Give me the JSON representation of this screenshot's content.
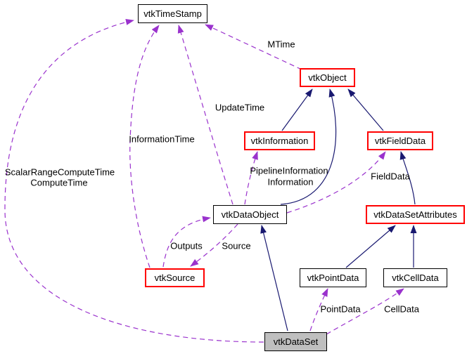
{
  "nodes": {
    "timestamp": {
      "label": "vtkTimeStamp"
    },
    "object": {
      "label": "vtkObject"
    },
    "information": {
      "label": "vtkInformation"
    },
    "fielddata": {
      "label": "vtkFieldData"
    },
    "dataobject": {
      "label": "vtkDataObject"
    },
    "datasetattributes": {
      "label": "vtkDataSetAttributes"
    },
    "source": {
      "label": "vtkSource"
    },
    "pointdata": {
      "label": "vtkPointData"
    },
    "celldata": {
      "label": "vtkCellData"
    },
    "dataset": {
      "label": "vtkDataSet"
    }
  },
  "edge_labels": {
    "mtime": "MTime",
    "updatetime": "UpdateTime",
    "informationtime": "InformationTime",
    "scalarrangecomputetime": "ScalarRangeComputeTime",
    "computetime": "ComputeTime",
    "pipelineinformation": "PipelineInformation",
    "information": "Information",
    "fielddata": "FieldData",
    "outputs": "Outputs",
    "source": "Source",
    "pointdata": "PointData",
    "celldata": "CellData"
  },
  "colors": {
    "inheritance_edge": "#191970",
    "usage_edge": "#9a32cd",
    "node_border": "#000000",
    "truncated_node_border": "#ff0000",
    "current_node_fill": "#bfbfbf",
    "node_fill": "#ffffff",
    "background": "#ffffff",
    "text": "#000000"
  }
}
